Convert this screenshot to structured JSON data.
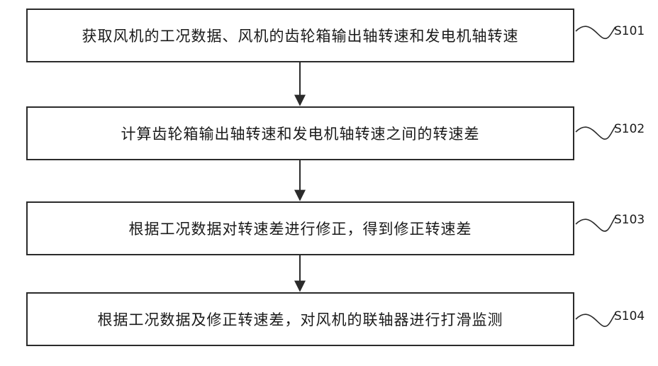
{
  "steps": [
    {
      "id": "S101",
      "text": "获取风机的工况数据、风机的齿轮箱输出轴转速和发电机轴转速"
    },
    {
      "id": "S102",
      "text": "计算齿轮箱输出轴转速和发电机轴转速之间的转速差"
    },
    {
      "id": "S103",
      "text": "根据工况数据对转速差进行修正，得到修正转速差"
    },
    {
      "id": "S104",
      "text": "根据工况数据及修正转速差，对风机的联轴器进行打滑监测"
    }
  ],
  "colors": {
    "stroke": "#2b2b2b",
    "text": "#1a1a1a",
    "background": "#ffffff"
  }
}
